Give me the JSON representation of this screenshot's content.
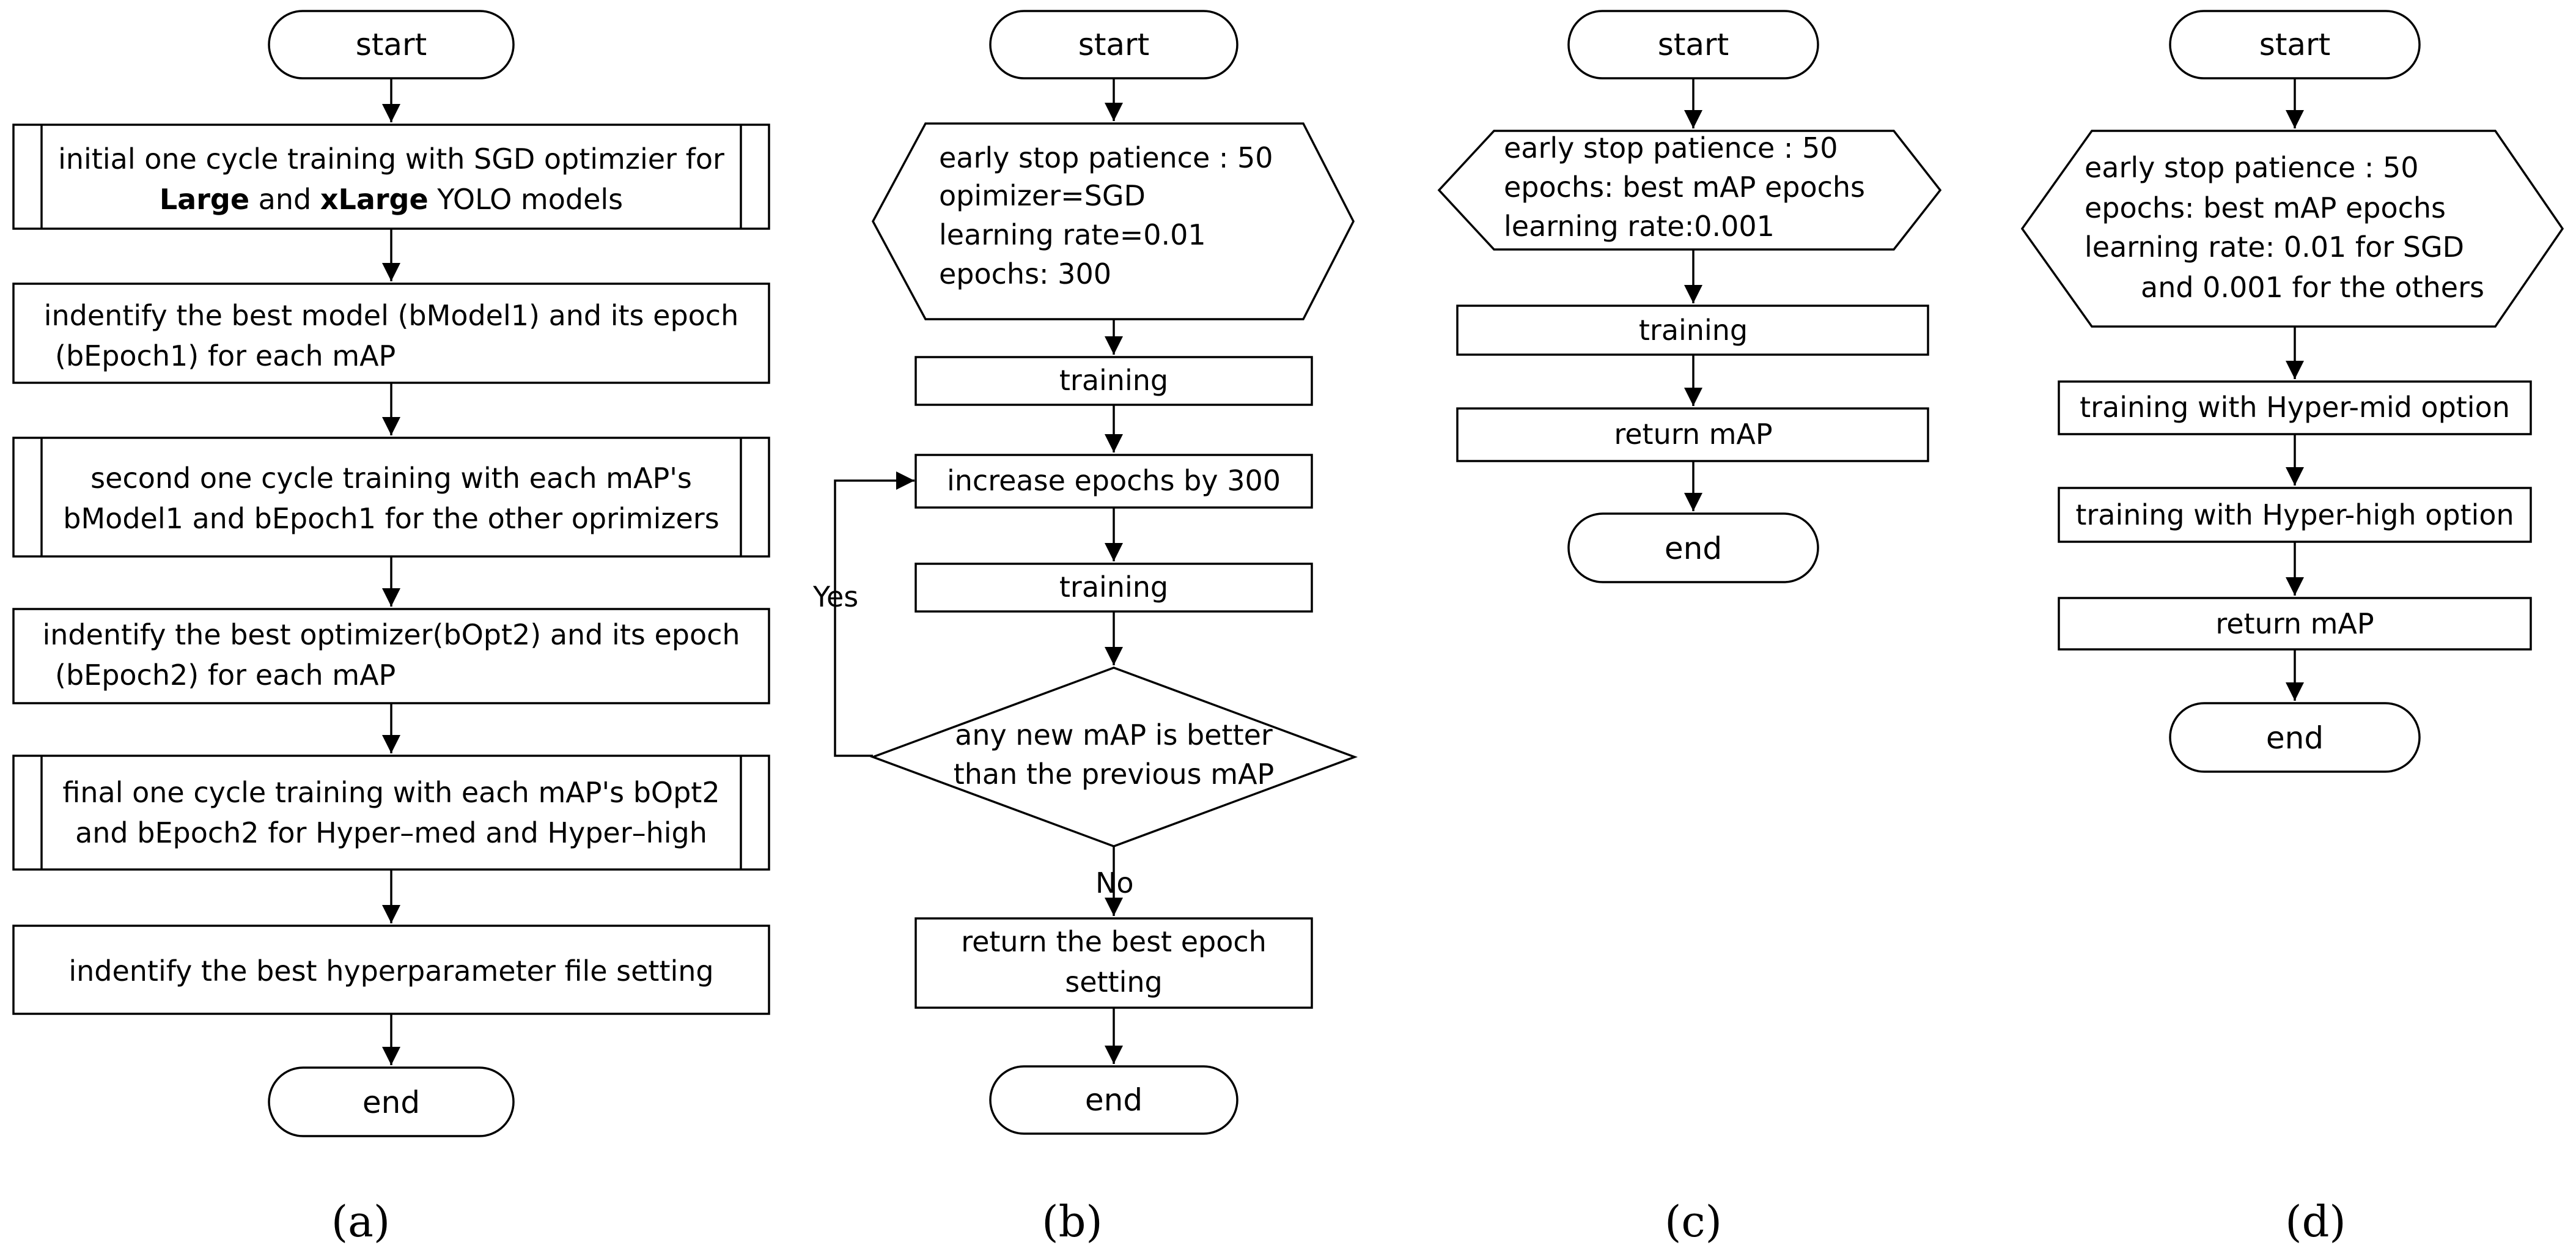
{
  "panels": {
    "a": {
      "caption": "(a)",
      "start": "start",
      "step1_line1_pre": "initial one cycle training with SGD optimzier for",
      "step1_line2_bold1": "Large",
      "step1_line2_mid": " and ",
      "step1_line2_bold2": "xLarge",
      "step1_line2_post": " YOLO models",
      "step2_line1": "indentify the best model (bModel1) and its epoch",
      "step2_line2": "(bEpoch1) for each mAP",
      "step3_line1": "second one cycle training with each mAP's",
      "step3_line2": "bModel1 and bEpoch1 for the other oprimizers",
      "step4_line1": "indentify the best optimizer(bOpt2) and its epoch",
      "step4_line2": "(bEpoch2) for each mAP",
      "step5_line1": "final one cycle training with each mAP's bOpt2",
      "step5_line2": "and bEpoch2 for Hyper–med and Hyper–high",
      "step6": "indentify the best hyperparameter file setting",
      "end": "end"
    },
    "b": {
      "caption": "(b)",
      "start": "start",
      "prep_lines": [
        "early stop patience : 50",
        "opimizer=SGD",
        "learning rate=0.01",
        "epochs: 300"
      ],
      "training1": "training",
      "increase": "increase epochs by 300",
      "training2": "training",
      "decision_line1": "any new mAP is better",
      "decision_line2": "than the previous mAP",
      "yes": "Yes",
      "no": "No",
      "return_line1": "return the best epoch",
      "return_line2": "setting",
      "end": "end"
    },
    "c": {
      "caption": "(c)",
      "start": "start",
      "prep_lines": [
        "early stop patience : 50",
        "epochs: best mAP epochs",
        "learning rate:0.001"
      ],
      "training": "training",
      "return": "return mAP",
      "end": "end"
    },
    "d": {
      "caption": "(d)",
      "start": "start",
      "prep_lines": [
        "early stop patience : 50",
        "epochs: best mAP epochs",
        "learning rate: 0.01 for SGD",
        "and 0.001 for the others"
      ],
      "training_mid": "training with Hyper-mid option",
      "training_high": "training with Hyper-high option",
      "return": "return mAP",
      "end": "end"
    }
  }
}
